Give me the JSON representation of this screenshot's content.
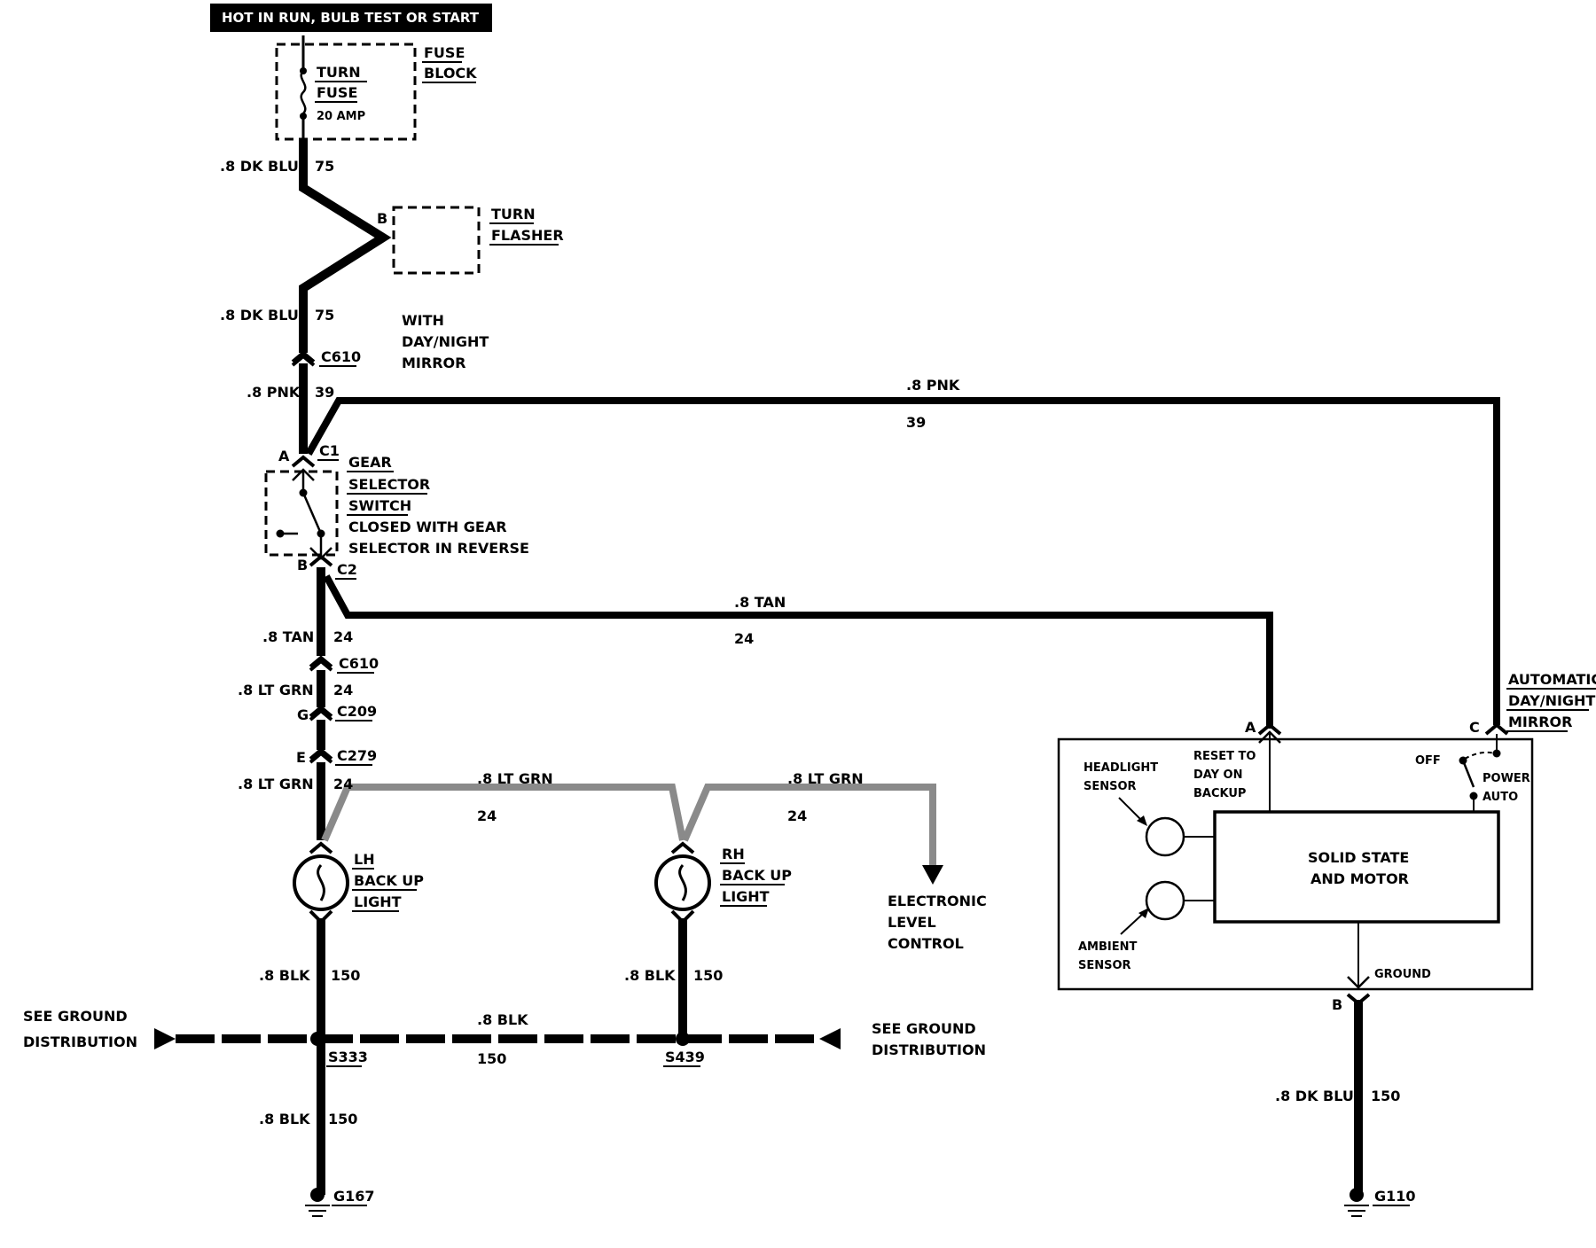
{
  "header": {
    "hot_label": "HOT IN RUN, BULB TEST OR START"
  },
  "fuse_block": {
    "label_1": "FUSE",
    "label_2": "BLOCK",
    "fuse_name_1": "TURN",
    "fuse_name_2": "FUSE",
    "rating": "20 AMP"
  },
  "turn_flasher": {
    "terminal": "B",
    "label_1": "TURN",
    "label_2": "FLASHER"
  },
  "wires": {
    "dk_blu_1": ".8 DK BLU",
    "circ_75_1": "75",
    "dk_blu_2": ".8 DK BLU",
    "circ_75_2": "75",
    "pnk_vert": ".8 PNK",
    "circ_39_vert": "39",
    "pnk_top": ".8 PNK",
    "circ_39_top": "39",
    "tan_vert": ".8 TAN",
    "circ_24_tan_vert": "24",
    "tan_horiz": ".8 TAN",
    "circ_24_tan_horiz": "24",
    "ltgrn_1": ".8 LT GRN",
    "circ_24_ltgrn_1": "24",
    "ltgrn_2": ".8 LT GRN",
    "circ_24_ltgrn_2": "24",
    "ltgrn_h1": ".8 LT GRN",
    "circ_24_ltgrn_h1": "24",
    "ltgrn_h2": ".8 LT GRN",
    "circ_24_ltgrn_h2": "24",
    "blk_lh": ".8 BLK",
    "circ_150_lh": "150",
    "blk_rh": ".8 BLK",
    "circ_150_rh": "150",
    "blk_bus": ".8 BLK",
    "circ_150_bus": "150",
    "blk_g167": ".8 BLK",
    "circ_150_g167": "150",
    "dk_blu_g110": ".8 DK BLU",
    "circ_150_g110": "150"
  },
  "note_mirror": {
    "line1": "WITH",
    "line2": "DAY/NIGHT",
    "line3": "MIRROR"
  },
  "connectors": {
    "c610_top": "C610",
    "c610_lower": "C610",
    "c209": "C209",
    "c209_pin": "G",
    "c279": "C279",
    "c279_pin": "E"
  },
  "gear_switch": {
    "pin_a": "A",
    "c1": "C1",
    "pin_b": "B",
    "c2": "C2",
    "label_1": "GEAR",
    "label_2": "SELECTOR",
    "label_3": "SWITCH",
    "note_1": "CLOSED WITH GEAR",
    "note_2": "SELECTOR IN REVERSE"
  },
  "lh_light": {
    "label_1": "LH",
    "label_2": "BACK UP",
    "label_3": "LIGHT"
  },
  "rh_light": {
    "label_1": "RH",
    "label_2": "BACK UP",
    "label_3": "LIGHT"
  },
  "elc": {
    "line1": "ELECTRONIC",
    "line2": "LEVEL",
    "line3": "CONTROL"
  },
  "ground_dist": {
    "left_1": "SEE GROUND",
    "left_2": "DISTRIBUTION",
    "right_1": "SEE GROUND",
    "right_2": "DISTRIBUTION"
  },
  "splices": {
    "s333": "S333",
    "s439": "S439"
  },
  "grounds": {
    "g167": "G167",
    "g110": "G110"
  },
  "mirror": {
    "title_1": "AUTOMATIC",
    "title_2": "DAY/NIGHT",
    "title_3": "MIRROR",
    "pin_a": "A",
    "pin_c": "C",
    "pin_b": "B",
    "headlight_1": "HEADLIGHT",
    "headlight_2": "SENSOR",
    "reset_1": "RESET TO",
    "reset_2": "DAY ON",
    "reset_3": "BACKUP",
    "off": "OFF",
    "power": "POWER",
    "auto": "AUTO",
    "solid_1": "SOLID STATE",
    "solid_2": "AND MOTOR",
    "ambient_1": "AMBIENT",
    "ambient_2": "SENSOR",
    "ground": "GROUND"
  }
}
